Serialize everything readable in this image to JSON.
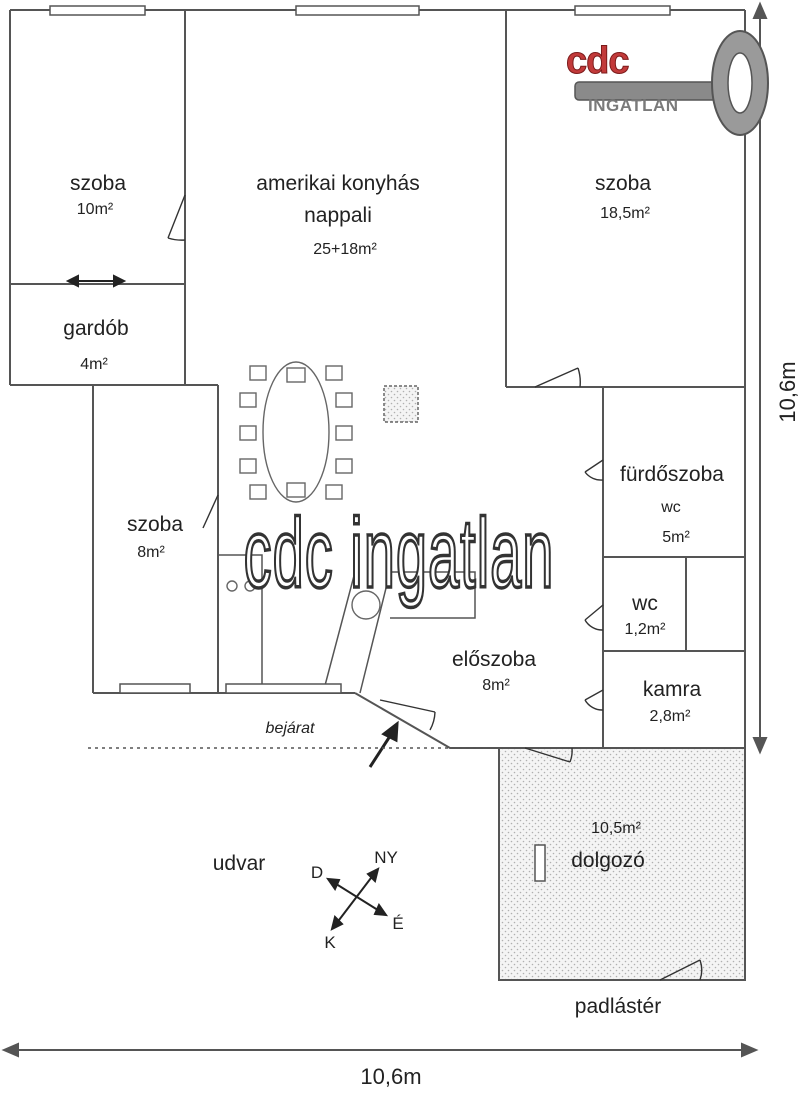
{
  "logo": {
    "brand": "cdc",
    "subtitle": "INGATLAN"
  },
  "watermark": "cdc ingatlan",
  "rooms": {
    "szoba_nw": {
      "name": "szoba",
      "area": "10m²"
    },
    "nappali": {
      "name_line1": "amerikai konyhás",
      "name_line2": "nappali",
      "area": "25+18m²"
    },
    "szoba_ne": {
      "name": "szoba",
      "area": "18,5m²"
    },
    "gardob": {
      "name": "gardób",
      "area": "4m²"
    },
    "szoba_w": {
      "name": "szoba",
      "area": "8m²"
    },
    "furdoszoba": {
      "name": "fürdőszoba",
      "sub": "wc",
      "area": "5m²"
    },
    "wc": {
      "name": "wc",
      "area": "1,2m²"
    },
    "eloszoba": {
      "name": "előszoba",
      "area": "8m²"
    },
    "kamra": {
      "name": "kamra",
      "area": "2,8m²"
    },
    "dolgozo": {
      "name": "dolgozó",
      "area": "10,5m²"
    }
  },
  "labels": {
    "entrance": "bejárat",
    "yard": "udvar",
    "attic": "padlástér"
  },
  "dimensions": {
    "width": "10,6m",
    "height": "10,6m"
  },
  "compass": {
    "north_west": "NY",
    "west": "D",
    "east": "É",
    "south": "K"
  },
  "colors": {
    "wall": "#555555",
    "logo_red": "#c23a3a",
    "logo_gray": "#7a7a7a",
    "hatch": "#bbbbbb"
  }
}
